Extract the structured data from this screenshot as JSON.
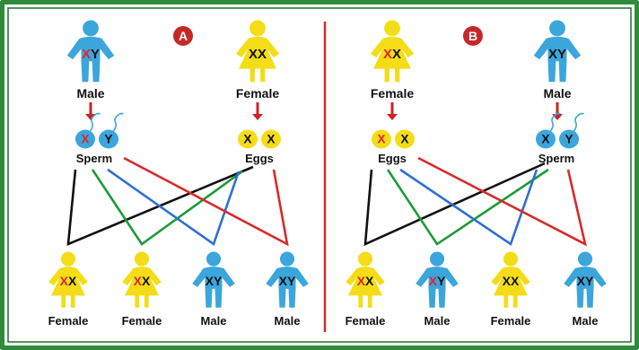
{
  "colors": {
    "frame": "#2e8b3a",
    "frame_inner": "#1f6f2b",
    "divider": "#d32a2a",
    "male": "#3aa6dc",
    "female": "#f4dd16",
    "x_red": "#e0262b",
    "chrom_text": "#111111",
    "badge": "#c62828",
    "arrow": "#cc2222",
    "line_black": "#111111",
    "line_green": "#1f9a3a",
    "line_blue": "#2f6fd0",
    "line_red": "#d62a2a"
  },
  "panels": [
    {
      "badge": "A",
      "parents": [
        {
          "sex": "male",
          "label": "Male",
          "chromosomes": [
            {
              "text": "X",
              "red": true
            },
            {
              "text": "Y",
              "red": false
            }
          ]
        },
        {
          "sex": "female",
          "label": "Female",
          "chromosomes": [
            {
              "text": "X",
              "red": false
            },
            {
              "text": "X",
              "red": false
            }
          ]
        }
      ],
      "gametes": [
        {
          "kind": "sperm",
          "label": "Sperm",
          "cells": [
            {
              "text": "X",
              "red": true,
              "color": "male"
            },
            {
              "text": "Y",
              "red": false,
              "color": "male"
            }
          ]
        },
        {
          "kind": "egg",
          "label": "Eggs",
          "cells": [
            {
              "text": "X",
              "red": false,
              "color": "female"
            },
            {
              "text": "X",
              "red": false,
              "color": "female"
            }
          ]
        }
      ],
      "offspring": [
        {
          "sex": "female",
          "label": "Female",
          "chromosomes": [
            {
              "text": "X",
              "red": true
            },
            {
              "text": "X",
              "red": false
            }
          ]
        },
        {
          "sex": "female",
          "label": "Female",
          "chromosomes": [
            {
              "text": "X",
              "red": true
            },
            {
              "text": "X",
              "red": false
            }
          ]
        },
        {
          "sex": "male",
          "label": "Male",
          "chromosomes": [
            {
              "text": "X",
              "red": false
            },
            {
              "text": "Y",
              "red": false
            }
          ]
        },
        {
          "sex": "male",
          "label": "Male",
          "chromosomes": [
            {
              "text": "X",
              "red": false
            },
            {
              "text": "Y",
              "red": false
            }
          ]
        }
      ]
    },
    {
      "badge": "B",
      "parents": [
        {
          "sex": "female",
          "label": "Female",
          "chromosomes": [
            {
              "text": "X",
              "red": true
            },
            {
              "text": "X",
              "red": false
            }
          ]
        },
        {
          "sex": "male",
          "label": "Male",
          "chromosomes": [
            {
              "text": "X",
              "red": false
            },
            {
              "text": "Y",
              "red": false
            }
          ]
        }
      ],
      "gametes": [
        {
          "kind": "egg",
          "label": "Eggs",
          "cells": [
            {
              "text": "X",
              "red": true,
              "color": "female"
            },
            {
              "text": "X",
              "red": false,
              "color": "female"
            }
          ]
        },
        {
          "kind": "sperm",
          "label": "Sperm",
          "cells": [
            {
              "text": "X",
              "red": false,
              "color": "male"
            },
            {
              "text": "Y",
              "red": false,
              "color": "male"
            }
          ]
        }
      ],
      "offspring": [
        {
          "sex": "female",
          "label": "Female",
          "chromosomes": [
            {
              "text": "X",
              "red": true
            },
            {
              "text": "X",
              "red": false
            }
          ]
        },
        {
          "sex": "male",
          "label": "Male",
          "chromosomes": [
            {
              "text": "X",
              "red": true
            },
            {
              "text": "Y",
              "red": false
            }
          ]
        },
        {
          "sex": "female",
          "label": "Female",
          "chromosomes": [
            {
              "text": "X",
              "red": false
            },
            {
              "text": "X",
              "red": false
            }
          ]
        },
        {
          "sex": "male",
          "label": "Male",
          "chromosomes": [
            {
              "text": "X",
              "red": false
            },
            {
              "text": "Y",
              "red": false
            }
          ]
        }
      ]
    }
  ]
}
